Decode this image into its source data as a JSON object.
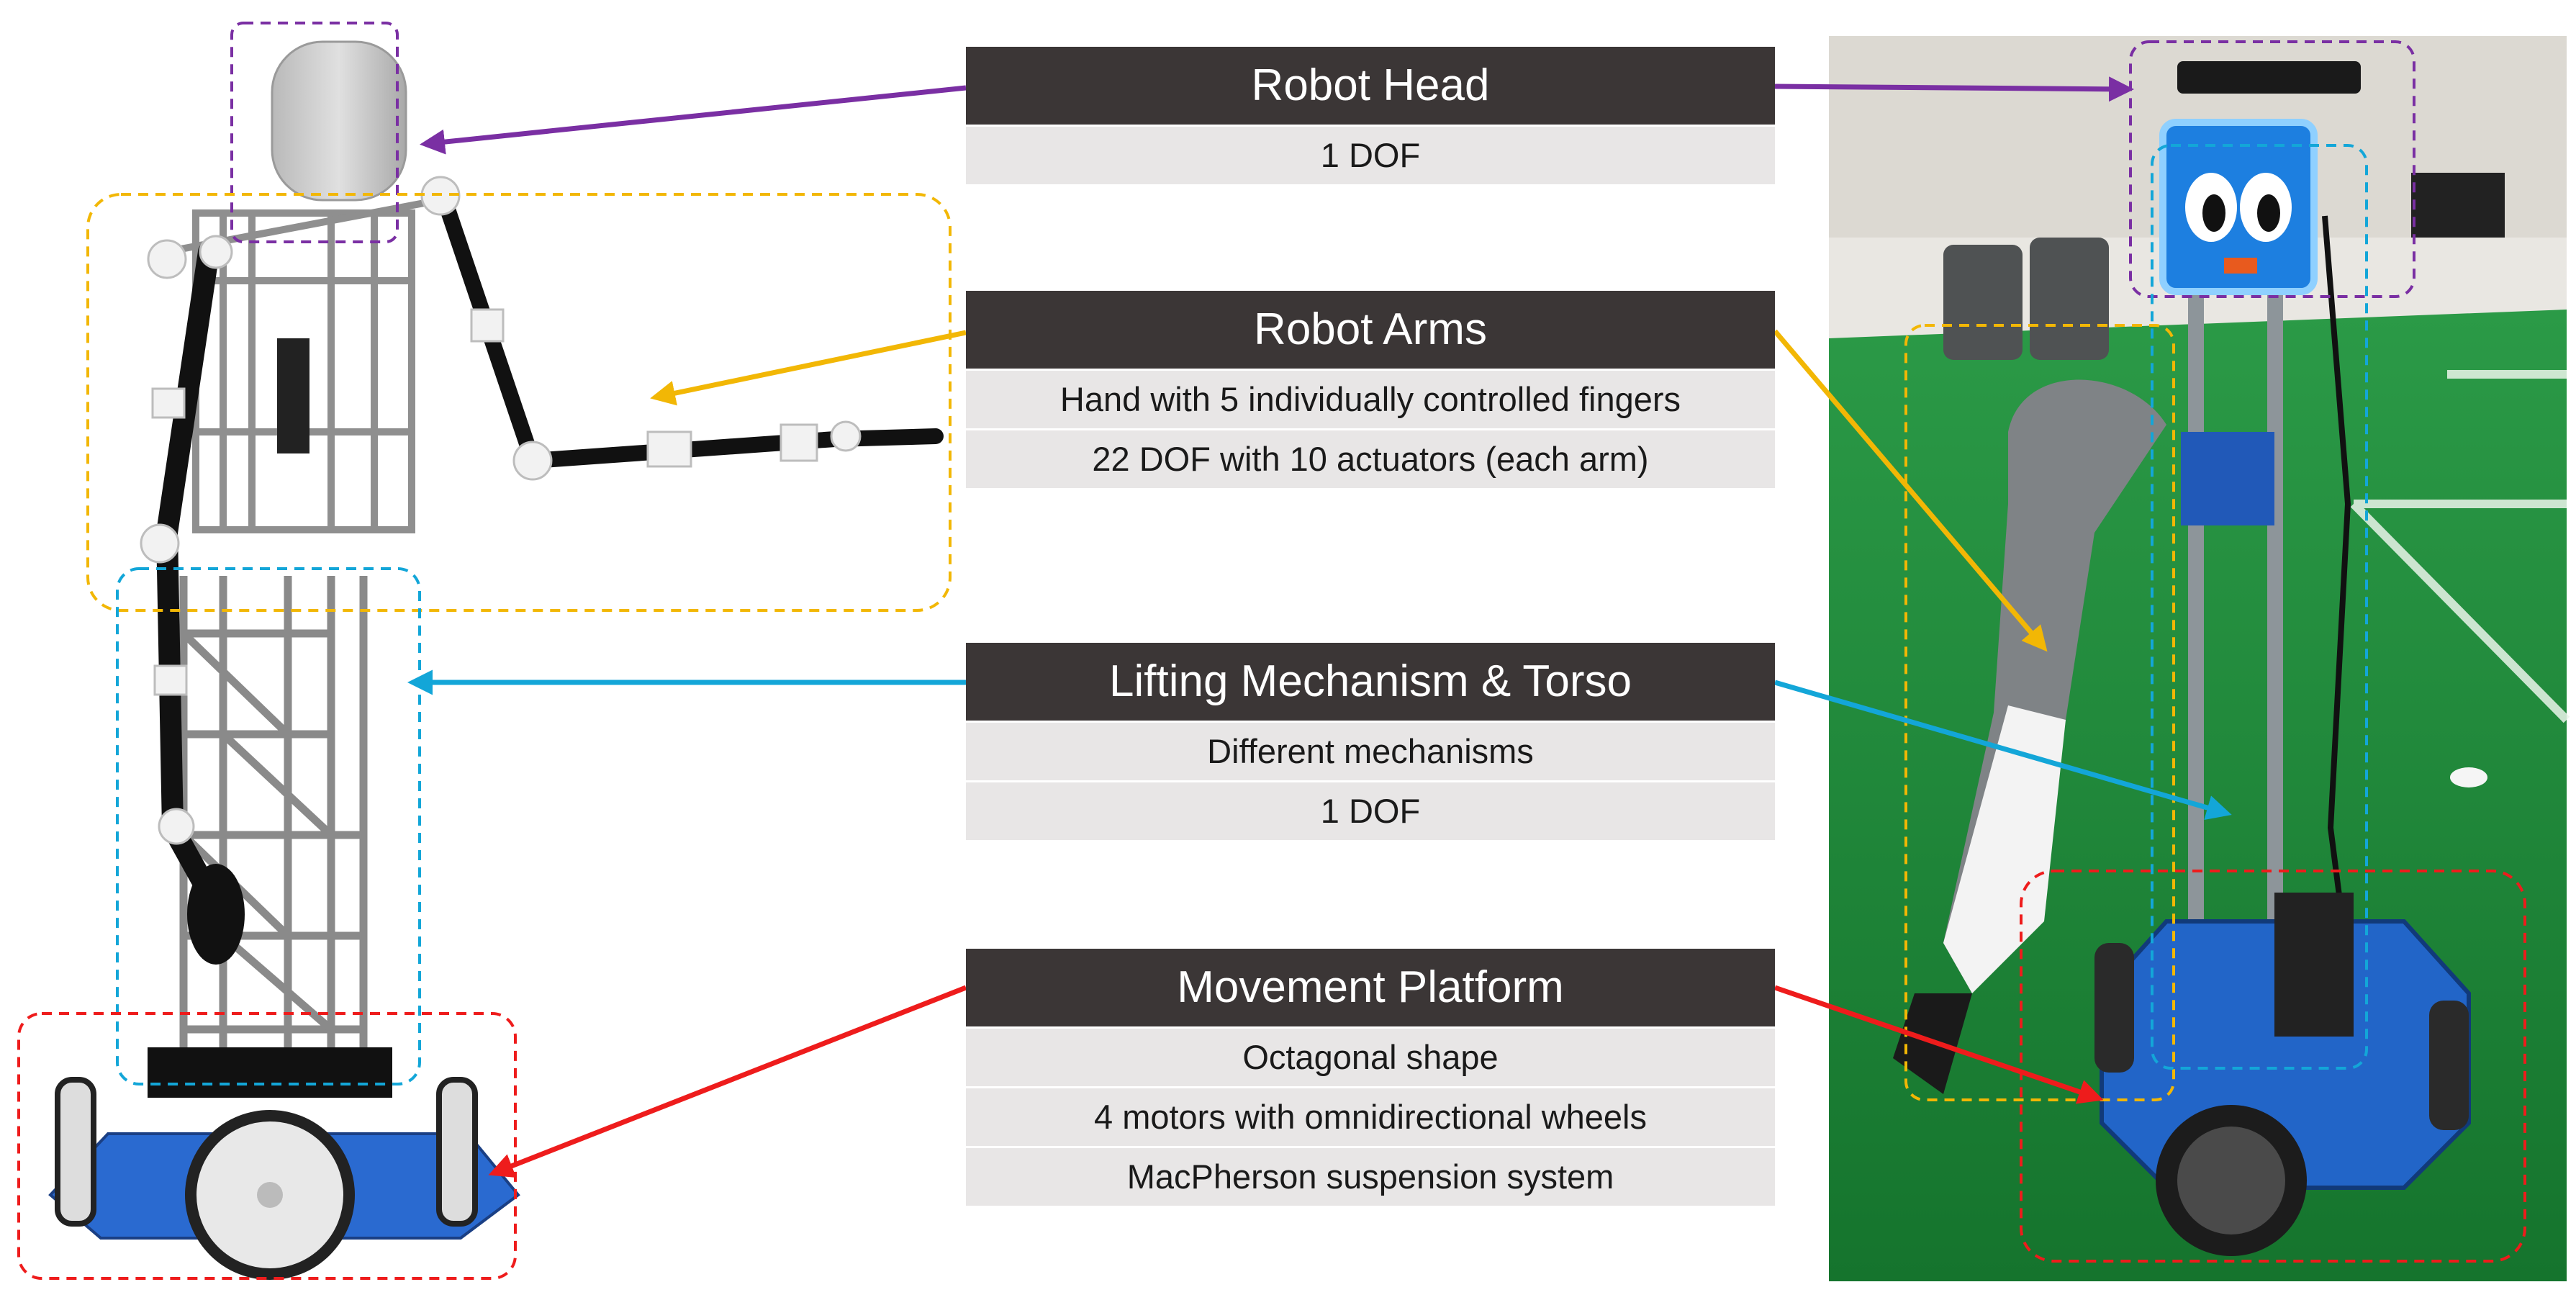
{
  "colors": {
    "head": "#7a2fa3",
    "arms": "#f2b705",
    "torso": "#13a6d8",
    "platform": "#ee1c1c",
    "box_header": "#3b3636",
    "box_body": "#e8e6e6",
    "floor": "#1f8a3a"
  },
  "modules": [
    {
      "key": "head",
      "title": "Robot Head",
      "details": [
        "1 DOF"
      ]
    },
    {
      "key": "arms",
      "title": "Robot Arms",
      "details": [
        "Hand with 5 individually controlled fingers",
        "22 DOF with 10 actuators (each arm)"
      ]
    },
    {
      "key": "torso",
      "title": "Lifting Mechanism & Torso",
      "details": [
        "Different mechanisms",
        "1 DOF"
      ]
    },
    {
      "key": "platform",
      "title": "Movement Platform",
      "details": [
        "Octagonal shape",
        "4 motors with omnidirectional wheels",
        "MacPherson suspension system"
      ]
    }
  ],
  "icons": {
    "left_render": "cad-robot-render-icon",
    "right_photo": "robot-photo-icon",
    "arrow": "arrow-icon"
  }
}
